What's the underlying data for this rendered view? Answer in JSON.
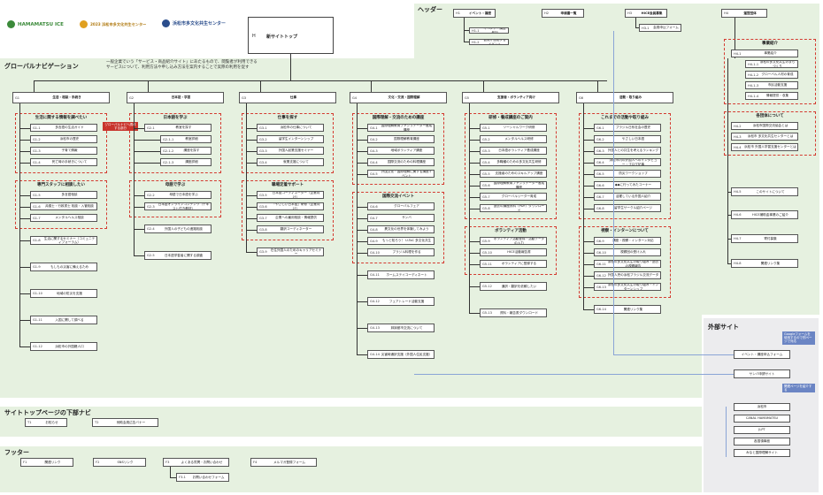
{
  "logos": [
    {
      "text": "HAMAMATSU ICE",
      "color": "#3b8a3a"
    },
    {
      "text": "2023 浜松市多文化共生センター",
      "color": "#e0a020"
    },
    {
      "text": "浜松市多文化共生センター",
      "color": "#2a4d8c"
    }
  ],
  "top": {
    "id": "H",
    "label": "新サイトトップ"
  },
  "header": {
    "title": "ヘッダー",
    "nodes": [
      {
        "id": "H1",
        "label": "イベント・講座"
      },
      {
        "id": "H1-1",
        "label": "イベント・講座参加"
      },
      {
        "id": "H1-2",
        "label": "会員が投稿するイベント"
      },
      {
        "id": "H2",
        "label": "申請書一覧"
      },
      {
        "id": "H3",
        "label": "HICE会員募集"
      },
      {
        "id": "H3-1",
        "label": "会員申込フォーム"
      },
      {
        "id": "H4",
        "label": "運営団体"
      }
    ]
  },
  "global": {
    "title": "グローバルナビゲーション",
    "description": "一般企業でいう「サービス・商品紹介サイト」にあたるもので、閲覧者が利用できるサービスについて、利用方法や申し込み方法を案内することで実際の利用を促す"
  },
  "columns": [
    {
      "id": "G1",
      "label": "生活・相談・手続き",
      "groups": [
        {
          "title": "生活に関する情報を調べたい",
          "items": [
            [
              "G1-1",
              "多言語の生活ガイド"
            ],
            [
              "G1-2",
              "浜松市の歴史"
            ],
            [
              "G1-3",
              "子育て情報"
            ],
            [
              "G1-4",
              "死亡時の手続きについて"
            ]
          ]
        },
        {
          "title": "専門スタッフに相談したい",
          "items": [
            [
              "G1-5",
              "多言語相談"
            ],
            [
              "G1-6",
              "弁護士・行政書士 相談・入管相談"
            ],
            [
              "G1-7",
              "メンタルヘルス相談"
            ]
          ]
        }
      ],
      "tail": [
        [
          "G1-8",
          "生活に関するセミナー（コミュニティフォーラム）"
        ],
        [
          "G1-9",
          "もしもの災害に備えるため"
        ],
        [
          "G1-10",
          "地域の防災を支援"
        ],
        [
          "G1-11",
          "入国に関して調べる"
        ],
        [
          "G1-12",
          "浜松市の外国籍人口"
        ]
      ]
    },
    {
      "id": "G2",
      "label": "日本語・学習",
      "groups": [
        {
          "title": "日本語を学ぶ",
          "items": [
            [
              "G2-1",
              "教室を探す"
            ],
            [
              "G2-1-1",
              "教室詳細"
            ],
            [
              "G2-1-2",
              "講座を探す"
            ],
            [
              "G2-1-3",
              "講座詳細"
            ]
          ]
        },
        {
          "title": "母語で学ぶ",
          "items": [
            [
              "G2-2",
              "母語で日本語を学ぶ"
            ],
            [
              "G2-3",
              "日本語オンラインコンテンツ（テキスト付き教材）"
            ]
          ]
        }
      ],
      "tail": [
        [
          "G2-4",
          "外国人の子どもの進路相談"
        ],
        [
          "G2-5",
          "日本語学習者に関する調査"
        ]
      ]
    },
    {
      "id": "G3",
      "label": "仕事",
      "groups": [
        {
          "title": "仕事を探す",
          "items": [
            [
              "G3-1",
              "浜松市の仕事について"
            ],
            [
              "G3-2",
              "留学生インターンシップ"
            ],
            [
              "G3-3",
              "外国人起業支援セミナー"
            ],
            [
              "G3-4",
              "就業支援について"
            ]
          ]
        },
        {
          "title": "職場定着サポート",
          "items": [
            [
              "G3-5",
              "日本語コーディネーター（企業向け）"
            ],
            [
              "G3-6",
              "「やさしい日本語」研修（企業向け）"
            ],
            [
              "G3-7",
              "企業への雇用相談・情報提供"
            ],
            [
              "G3-8",
              "翻訳コーディネーター"
            ]
          ]
        }
      ],
      "tail": [
        [
          "G3-9",
          "在住外国人のためのキャリアセミナー"
        ]
      ]
    },
    {
      "id": "G4",
      "label": "文化・交流・国際理解",
      "groups": [
        {
          "title": "国際理解・交流のための講座",
          "items": [
            [
              "G4-1",
              "国際理解教育ファシリテーター養成講座"
            ],
            [
              "G4-2",
              "国際理解教育講座"
            ],
            [
              "G4-3",
              "地域ボランティア講座"
            ],
            [
              "G4-4",
              "国際交流のための料理講座"
            ],
            [
              "G4-5",
              "外国文化・国際理解に関する講座イベント"
            ]
          ]
        },
        {
          "title": "国際交流イベント",
          "items": [
            [
              "G4-6",
              "グローバルフェア"
            ],
            [
              "G4-7",
              "サンバ"
            ],
            [
              "G4-8",
              "異文化の世界を体験してみよう"
            ],
            [
              "G4-9",
              "もっと知ろう！ U-ToC 多文化共生"
            ],
            [
              "G4-10",
              "ブラジル料理を作る"
            ]
          ]
        }
      ],
      "tail": [
        [
          "G4-11",
          "ホームステイコーディネート"
        ],
        [
          "G4-12",
          "フェアトレード活動支援"
        ],
        [
          "G4-13",
          "姉妹都市交流について"
        ],
        [
          "G4-14",
          "災害時通訳支援（外国人住民支援）"
        ]
      ]
    },
    {
      "id": "G5",
      "label": "支援者・ボランティア向け",
      "groups": [
        {
          "title": "研修・養成講座のご案内",
          "items": [
            [
              "G5-1",
              "ソーシャルワーク研修"
            ],
            [
              "G5-2",
              "メンタルヘルス研修"
            ],
            [
              "G5-3",
              "日本語ボランティア養成講座"
            ],
            [
              "G5-4",
              "多職種のための多文化共生研修"
            ],
            [
              "G5-5",
              "支援者のためのスキルアップ講座"
            ],
            [
              "G5-6",
              "国際理解教育ファシリテーター養成講座"
            ],
            [
              "G5-7",
              "グローバルリーダー育成"
            ],
            [
              "G5-8",
              "過去の講座資料（PDF）ダウンロード"
            ]
          ]
        },
        {
          "title": "ボランティア活動",
          "items": [
            [
              "G5-9",
              "ボランティア活動登録・活動データの入力"
            ],
            [
              "G5-10",
              "HICE活動報告書"
            ],
            [
              "G5-11",
              "ボランティアに登録する"
            ]
          ]
        }
      ],
      "tail": [
        [
          "G5-12",
          "通訳・翻訳を依頼したい"
        ],
        [
          "G5-13",
          "資料・報告書ダウンロード"
        ]
      ]
    },
    {
      "id": "G6",
      "label": "活動・取り組み",
      "groups": [
        {
          "title": "これまでの活動や取り組み",
          "items": [
            [
              "G6-1",
              "ブラジル日系社会の歴史"
            ],
            [
              "G6-2",
              "やさしい日本語"
            ],
            [
              "G6-3",
              "外国人との共生を考えるランキング"
            ],
            [
              "G6-4",
              "浜松市内の外国人へのインタビュー・ブログ記事"
            ],
            [
              "G6-5",
              "防災ワークショップ"
            ],
            [
              "G6-6",
              "◆◆に行ってみたコーナー"
            ],
            [
              "G6-7",
              "活躍している外国人紹介"
            ],
            [
              "G6-8",
              "留学生サークル紹介ページ"
            ]
          ]
        },
        {
          "title": "視察・インターンについて",
          "items": [
            [
              "G6-9",
              "講座・視察・インターン対応"
            ],
            [
              "G6-10",
              "視察団の受け入れ"
            ],
            [
              "G6-11",
              "浜松の多文化共生の取り組み・過去の視察報告"
            ],
            [
              "G6-12",
              "外国人児の浜松ブラジル交流データ"
            ],
            [
              "G6-13",
              "浜松の多文化共生の取り組み・インターンシップ"
            ]
          ]
        }
      ],
      "tail": [
        [
          "G6-14",
          "関連リンク集"
        ]
      ]
    }
  ],
  "h4tree": [
    {
      "title": "事業紹介",
      "items": [
        [
          "H4-1",
          "事業紹介"
        ],
        [
          "H4-1-1",
          "浜松の多文化共生のまちづくり"
        ],
        [
          "H4-1-2",
          "グローバル人材の育成"
        ],
        [
          "H4-1-3",
          "市民活動支援"
        ],
        [
          "H4-1-4",
          "情報提供・収集"
        ]
      ]
    },
    {
      "title": "各団体について",
      "items": [
        [
          "H4-2",
          "浜松市国際交流協会とは"
        ],
        [
          "H4-3",
          "浜松市 多文化共生センターとは"
        ],
        [
          "H4-4",
          "浜松市 外国人学習支援センターとは"
        ]
      ]
    }
  ],
  "h4tail": [
    [
      "H4-5",
      "このサイトについて"
    ],
    [
      "H4-6",
      "HICE補助金事業のご紹介"
    ],
    [
      "H4-7",
      "寄付募集"
    ],
    [
      "H4-8",
      "関連リンク集"
    ]
  ],
  "external": {
    "title": "外部サイト",
    "tag1": "Googleフォームを使用するので別ページで対応",
    "tag2": "関連ページを紹介する",
    "forms": [
      "イベント・講座申込フォーム",
      "サンバ申請サイト"
    ],
    "links": [
      "浜松市",
      "CANAL HAMAMATSU",
      "JLPT",
      "各国領事館",
      "みなと国際理解サイト"
    ]
  },
  "redtag": "グローバルナビへ誘導する部分",
  "topfooter": {
    "title": "サイトトップページの下部ナビ",
    "items": [
      [
        "T1",
        "お知らせ"
      ],
      [
        "T2",
        "賛助会員広告バナー"
      ]
    ]
  },
  "footer": {
    "title": "フッター",
    "items": [
      [
        "F1",
        "関連リンク"
      ],
      [
        "F2",
        "SNSリンク"
      ],
      [
        "F3",
        "よくある質問・お問い合わせ"
      ],
      [
        "F4",
        "メルマガ登録フォーム"
      ],
      [
        "F3-1",
        "お問い合わせフォーム"
      ]
    ]
  }
}
